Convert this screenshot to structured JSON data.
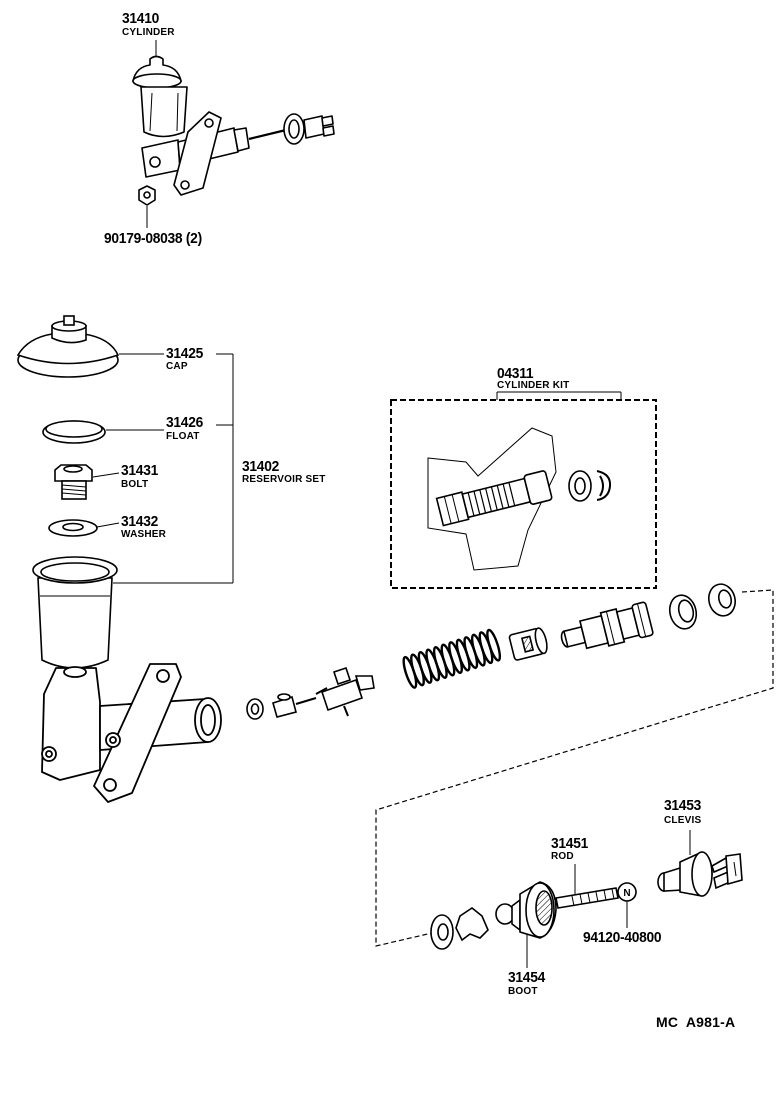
{
  "callouts": {
    "cylinder": {
      "number": "31410",
      "name": "CYLINDER"
    },
    "mount_nut": {
      "number": "90179-08038 (2)"
    },
    "cap": {
      "number": "31425",
      "name": "CAP"
    },
    "float": {
      "number": "31426",
      "name": "FLOAT"
    },
    "bolt": {
      "number": "31431",
      "name": "BOLT"
    },
    "washer": {
      "number": "31432",
      "name": "WASHER"
    },
    "reservoir_set": {
      "number": "31402",
      "name": "RESERVOIR SET"
    },
    "cylinder_kit": {
      "number": "04311",
      "name": "CYLINDER KIT"
    },
    "clevis": {
      "number": "31453",
      "name": "CLEVIS"
    },
    "rod": {
      "number": "31451",
      "name": "ROD"
    },
    "rod_nut": {
      "number": "94120-40800",
      "symbol": "N"
    },
    "boot": {
      "number": "31454",
      "name": "BOOT"
    }
  },
  "figure_code": "MC  A981-A"
}
